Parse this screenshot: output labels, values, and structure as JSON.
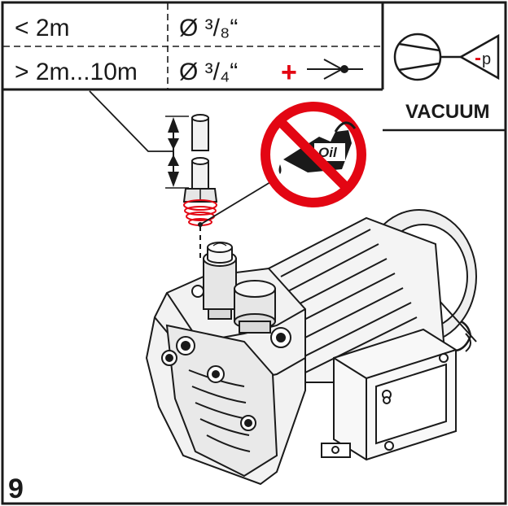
{
  "table": {
    "row1": {
      "length": "< 2m",
      "diameter": "Ø ³/₈“"
    },
    "row2": {
      "length": "> 2m...10m",
      "diameter": "Ø ³/₄“",
      "plus": "+"
    }
  },
  "symbol": {
    "label": "VACUUM",
    "pressure_sign": "-",
    "pressure_letter": "p"
  },
  "prohibition": {
    "oil_text": "Oil"
  },
  "figure_number": "9",
  "colors": {
    "line": "#1a1a1a",
    "accent_red": "#e30613",
    "metal": "#e6e6e6",
    "metal_dark": "#bdbdbd"
  }
}
